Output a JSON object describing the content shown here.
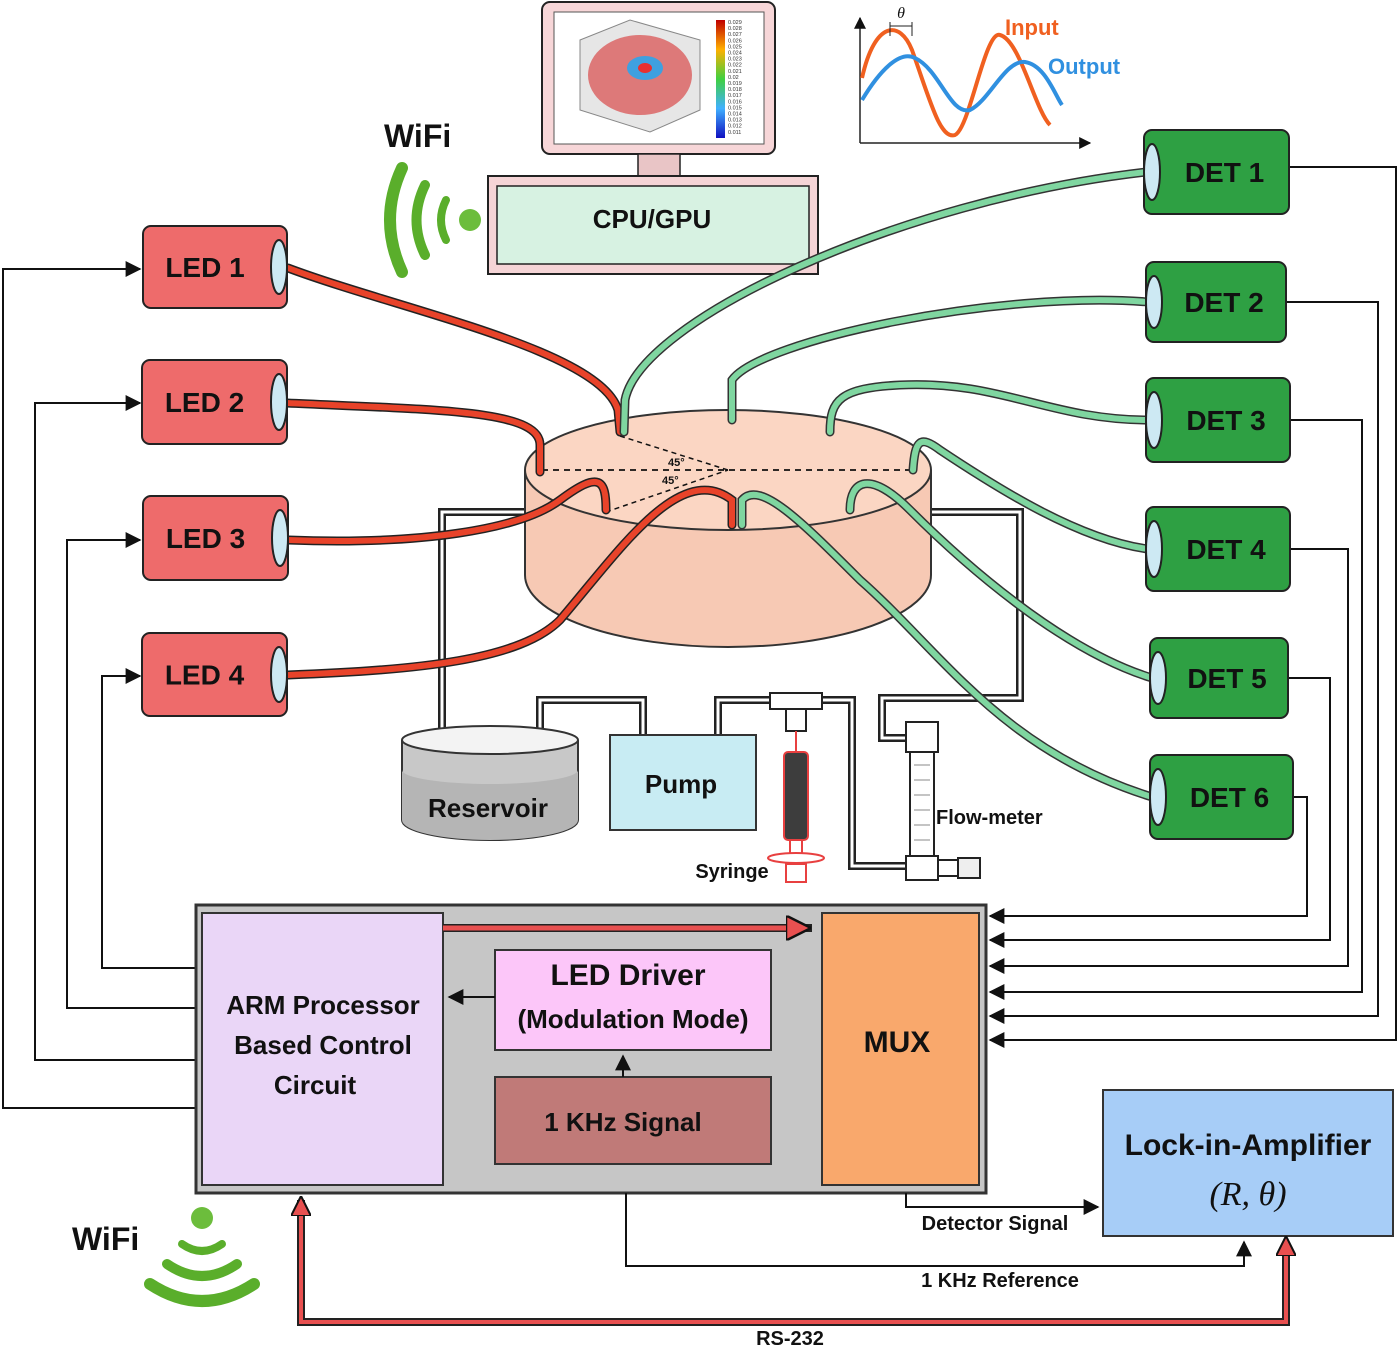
{
  "wifi_top": "WiFi",
  "wifi_bottom": "WiFi",
  "computer": {
    "label": "CPU/GPU"
  },
  "wave": {
    "theta": "θ",
    "input_label": "Input",
    "output_label": "Output"
  },
  "colorbar_ticks": [
    "0.029",
    "0.028",
    "0.027",
    "0.026",
    "0.025",
    "0.024",
    "0.023",
    "0.022",
    "0.021",
    "0.02",
    "0.019",
    "0.018",
    "0.017",
    "0.016",
    "0.015",
    "0.014",
    "0.013",
    "0.012",
    "0.011"
  ],
  "leds": [
    "LED 1",
    "LED 2",
    "LED 3",
    "LED 4"
  ],
  "dets": [
    "DET 1",
    "DET 2",
    "DET 3",
    "DET 4",
    "DET 5",
    "DET 6"
  ],
  "phantom": {
    "angle1": "45°",
    "angle2": "45°"
  },
  "fluidics": {
    "reservoir": "Reservoir",
    "pump": "Pump",
    "syringe": "Syringe",
    "flowmeter": "Flow-meter"
  },
  "control": {
    "arm_line1": "ARM Processor",
    "arm_line2": "Based Control",
    "arm_line3": "Circuit",
    "driver_line1": "LED Driver",
    "driver_line2": "(Modulation Mode)",
    "signal": "1 KHz Signal",
    "mux": "MUX"
  },
  "lockin": {
    "title": "Lock-in-Amplifier",
    "subtitle": "(R, θ)"
  },
  "connections": {
    "detector_signal": "Detector Signal",
    "reference": "1 KHz Reference",
    "rs232": "RS-232"
  },
  "colors": {
    "led": "#ee6b6b",
    "det": "#2ea043",
    "fiber_red": "#e8432a",
    "fiber_green": "#7fd6a0",
    "mux": "#f9a86c",
    "lockin": "#a7cdf7",
    "arm": "#ead6f7",
    "driver": "#fcc6f9",
    "signal": "#c07a78",
    "panel": "#c6c6c6"
  }
}
